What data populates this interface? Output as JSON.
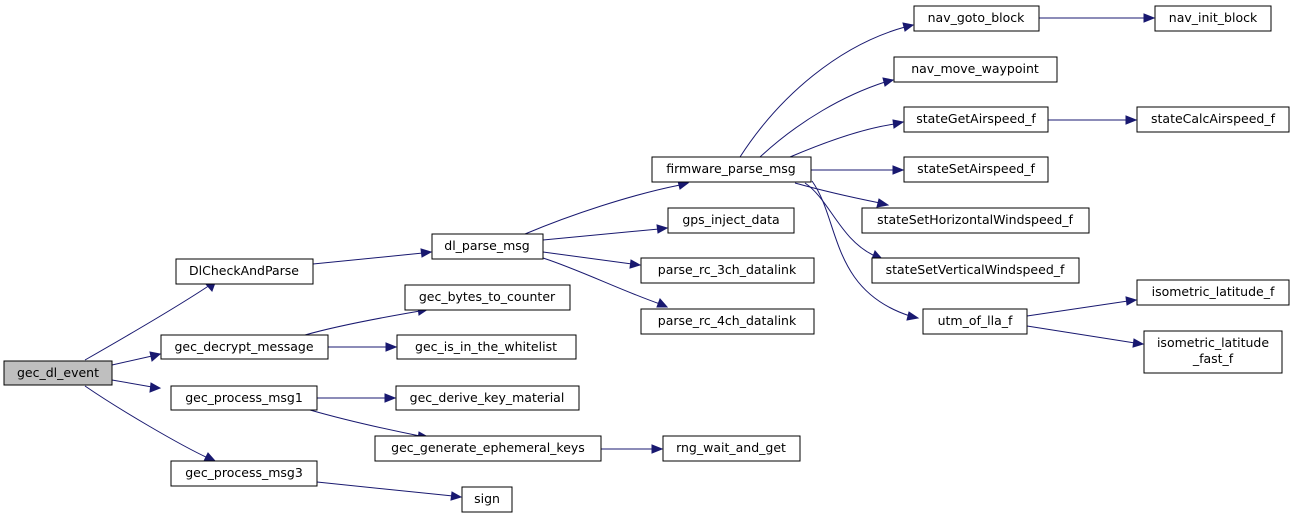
{
  "colors": {
    "edge": "#191970",
    "root_fill": "#bfbfbf",
    "node_fill": "#ffffff",
    "node_stroke": "#000000"
  },
  "nodes": {
    "gec_dl_event": "gec_dl_event",
    "DlCheckAndParse": "DlCheckAndParse",
    "gec_decrypt_message": "gec_decrypt_message",
    "gec_process_msg1": "gec_process_msg1",
    "gec_process_msg3": "gec_process_msg3",
    "dl_parse_msg": "dl_parse_msg",
    "gec_bytes_to_counter": "gec_bytes_to_counter",
    "gec_is_in_the_whitelist": "gec_is_in_the_whitelist",
    "gec_derive_key_material": "gec_derive_key_material",
    "gec_generate_ephemeral_keys": "gec_generate_ephemeral_keys",
    "sign": "sign",
    "firmware_parse_msg": "firmware_parse_msg",
    "gps_inject_data": "gps_inject_data",
    "parse_rc_3ch_datalink": "parse_rc_3ch_datalink",
    "parse_rc_4ch_datalink": "parse_rc_4ch_datalink",
    "rng_wait_and_get": "rng_wait_and_get",
    "nav_goto_block": "nav_goto_block",
    "nav_move_waypoint": "nav_move_waypoint",
    "stateGetAirspeed_f": "stateGetAirspeed_f",
    "stateSetAirspeed_f": "stateSetAirspeed_f",
    "stateSetHorizontalWindspeed_f": "stateSetHorizontalWindspeed_f",
    "stateSetVerticalWindspeed_f": "stateSetVerticalWindspeed_f",
    "utm_of_lla_f": "utm_of_lla_f",
    "nav_init_block": "nav_init_block",
    "stateCalcAirspeed_f": "stateCalcAirspeed_f",
    "isometric_latitude_f": "isometric_latitude_f",
    "isometric_latitude_fast_f_line1": "isometric_latitude",
    "isometric_latitude_fast_f_line2": "_fast_f"
  },
  "edges": [
    [
      "gec_dl_event",
      "DlCheckAndParse"
    ],
    [
      "gec_dl_event",
      "gec_decrypt_message"
    ],
    [
      "gec_dl_event",
      "gec_process_msg1"
    ],
    [
      "gec_dl_event",
      "gec_process_msg3"
    ],
    [
      "DlCheckAndParse",
      "dl_parse_msg"
    ],
    [
      "gec_decrypt_message",
      "gec_bytes_to_counter"
    ],
    [
      "gec_decrypt_message",
      "gec_is_in_the_whitelist"
    ],
    [
      "gec_process_msg1",
      "gec_derive_key_material"
    ],
    [
      "gec_process_msg1",
      "gec_generate_ephemeral_keys"
    ],
    [
      "gec_process_msg3",
      "sign"
    ],
    [
      "gec_generate_ephemeral_keys",
      "rng_wait_and_get"
    ],
    [
      "dl_parse_msg",
      "firmware_parse_msg"
    ],
    [
      "dl_parse_msg",
      "gps_inject_data"
    ],
    [
      "dl_parse_msg",
      "parse_rc_3ch_datalink"
    ],
    [
      "dl_parse_msg",
      "parse_rc_4ch_datalink"
    ],
    [
      "firmware_parse_msg",
      "nav_goto_block"
    ],
    [
      "firmware_parse_msg",
      "nav_move_waypoint"
    ],
    [
      "firmware_parse_msg",
      "stateGetAirspeed_f"
    ],
    [
      "firmware_parse_msg",
      "stateSetAirspeed_f"
    ],
    [
      "firmware_parse_msg",
      "stateSetHorizontalWindspeed_f"
    ],
    [
      "firmware_parse_msg",
      "stateSetVerticalWindspeed_f"
    ],
    [
      "firmware_parse_msg",
      "utm_of_lla_f"
    ],
    [
      "nav_goto_block",
      "nav_init_block"
    ],
    [
      "stateGetAirspeed_f",
      "stateCalcAirspeed_f"
    ],
    [
      "utm_of_lla_f",
      "isometric_latitude_f"
    ],
    [
      "utm_of_lla_f",
      "isometric_latitude_fast_f"
    ]
  ]
}
